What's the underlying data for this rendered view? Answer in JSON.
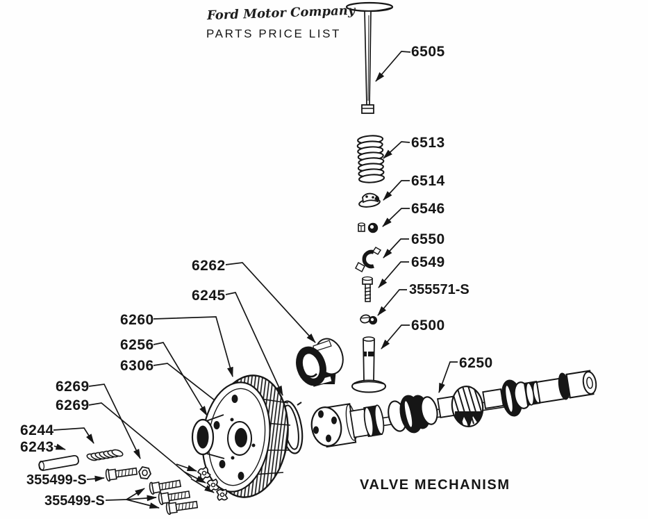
{
  "header": {
    "brand": "Ford Motor Company",
    "title": "PARTS PRICE LIST"
  },
  "caption": "VALVE MECHANISM",
  "colors": {
    "ink": "#161616",
    "paper": "#fefefe"
  },
  "labels": [
    "6505",
    "6513",
    "6514",
    "6546",
    "6550",
    "6549",
    "355571-S",
    "6500",
    "6250",
    "6262",
    "6245",
    "6260",
    "6256",
    "6306",
    "6269",
    "6269",
    "6244",
    "6243",
    "355499-S",
    "355499-S"
  ]
}
